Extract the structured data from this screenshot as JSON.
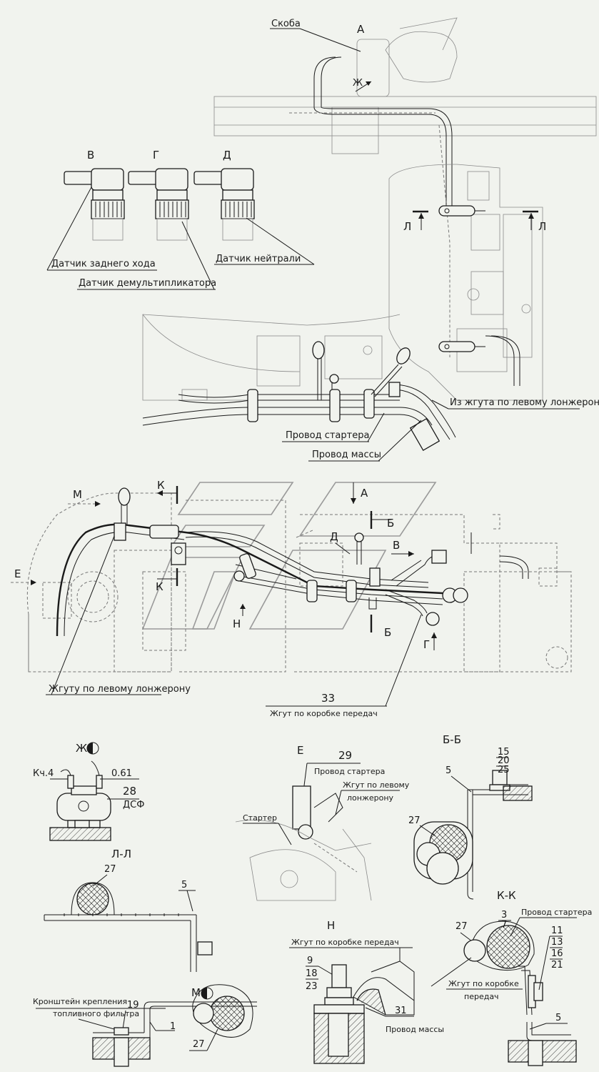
{
  "labels": {
    "skoba": "Скоба",
    "view_a_top": "А",
    "view_zh_arrow": "Ж",
    "view_v": "В",
    "view_g": "Г",
    "view_d": "Д",
    "reverse_sensor": "Датчик заднего хода",
    "demult_sensor": "Датчик демультипликатора",
    "neutral_sensor": "Датчик нейтрали",
    "section_l_left": "Л",
    "section_l_right": "Л",
    "from_harness": "Из жгута по левому лонжерону",
    "starter_wire": "Провод стартера",
    "ground_wire": "Провод массы",
    "view_k_top": "К",
    "view_k_bottom": "К",
    "view_m": "М",
    "view_e": "Е",
    "view_a_mid": "А",
    "view_d_mid": "Д",
    "section_b_top": "Б",
    "section_b_bottom": "Б",
    "view_v_mid": "В",
    "view_n": "Н",
    "view_g_mid": "Г",
    "left_spar_harness": "Жгуту по левому лонжерону",
    "pos_33": "33",
    "gearbox_harness": "Жгут по коробке передач"
  },
  "details": {
    "zh_title": "Ж",
    "kch4": "Кч.4",
    "v061": "0.61",
    "pos_28": "28",
    "dsf": "ДСФ",
    "e_title": "Е",
    "pos_29": "29",
    "starter_wire": "Провод стартера",
    "harness_left_1": "Жгут по левому",
    "harness_left_2": "лонжерону",
    "starter": "Стартер",
    "bb_title": "Б-Б",
    "bb_pos_5": "5",
    "bb_15": "15",
    "bb_20": "20",
    "bb_25": "25",
    "bb_27": "27",
    "ll_title": "Л-Л",
    "ll_27": "27",
    "ll_5": "5",
    "kk_title": "К-К",
    "kk_3": "3",
    "kk_7": "7",
    "kk_starter": "Провод стартера",
    "kk_27": "27",
    "kk_11": "11",
    "kk_13": "13",
    "kk_16": "16",
    "kk_21": "21",
    "kk_harness_1": "Жгут по коробке",
    "kk_harness_2": "передач",
    "kk_5": "5",
    "n_title": "Н",
    "n_harness": "Жгут по коробке передач",
    "n_9": "9",
    "n_18": "18",
    "n_23": "23",
    "n_31": "31",
    "n_ground": "Провод массы",
    "bracket_1": "Кронштейн крепления",
    "bracket_2": "топливного фильтра",
    "m_19": "19",
    "m_title": "М",
    "m_1": "1",
    "m_27": "27"
  }
}
